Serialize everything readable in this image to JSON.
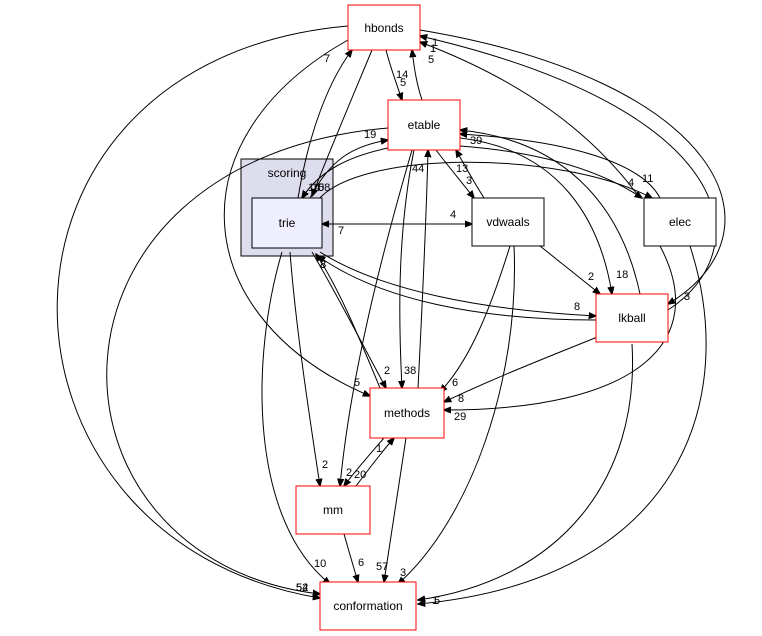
{
  "cluster": {
    "label": "scoring"
  },
  "nodes": {
    "hbonds": "hbonds",
    "etable": "etable",
    "trie": "trie",
    "vdwaals": "vdwaals",
    "elec": "elec",
    "lkball": "lkball",
    "methods": "methods",
    "mm": "mm",
    "conformation": "conformation"
  },
  "edge_labels": {
    "trie_hbonds": "7",
    "hbonds_trie": "1",
    "hbonds_etable": "14",
    "etable_hbonds": "5",
    "elec_hbonds": "1",
    "lkball_hbonds": "5",
    "trie_etable": "19",
    "etable_trie": "58",
    "trie_vdwaals": "4",
    "vdwaals_trie": "7",
    "etable_vdwaals": "3",
    "vdwaals_etable": "13",
    "etable_elec": "4",
    "elec_etable": "39",
    "lkball_trie": "8",
    "trie_lkball": "8",
    "etable_lkball": "18",
    "trie_methods": "2",
    "etable_methods": "38",
    "methods_etable": "44",
    "trie_mm": "2",
    "methods_mm": "2",
    "mm_methods": "1",
    "mm_conf": "6",
    "methods_conf": "57",
    "trie_conf": "10",
    "hbonds_conf": "52",
    "vdwaals_lkball": "2",
    "vdwaals_methods": "6",
    "vdwaals_conf": "3",
    "lkball_methods": "8",
    "lkball_conf": "1",
    "elec_conf": "5",
    "etable_conf": "54",
    "methods_trie": "8",
    "hbonds_methods": "5",
    "elec_methods": "29",
    "hbonds_lkball": "3",
    "trie_elec": "11",
    "trie_trie2": "14",
    "trie_trie3": "10",
    "trie_mm2": "20"
  }
}
